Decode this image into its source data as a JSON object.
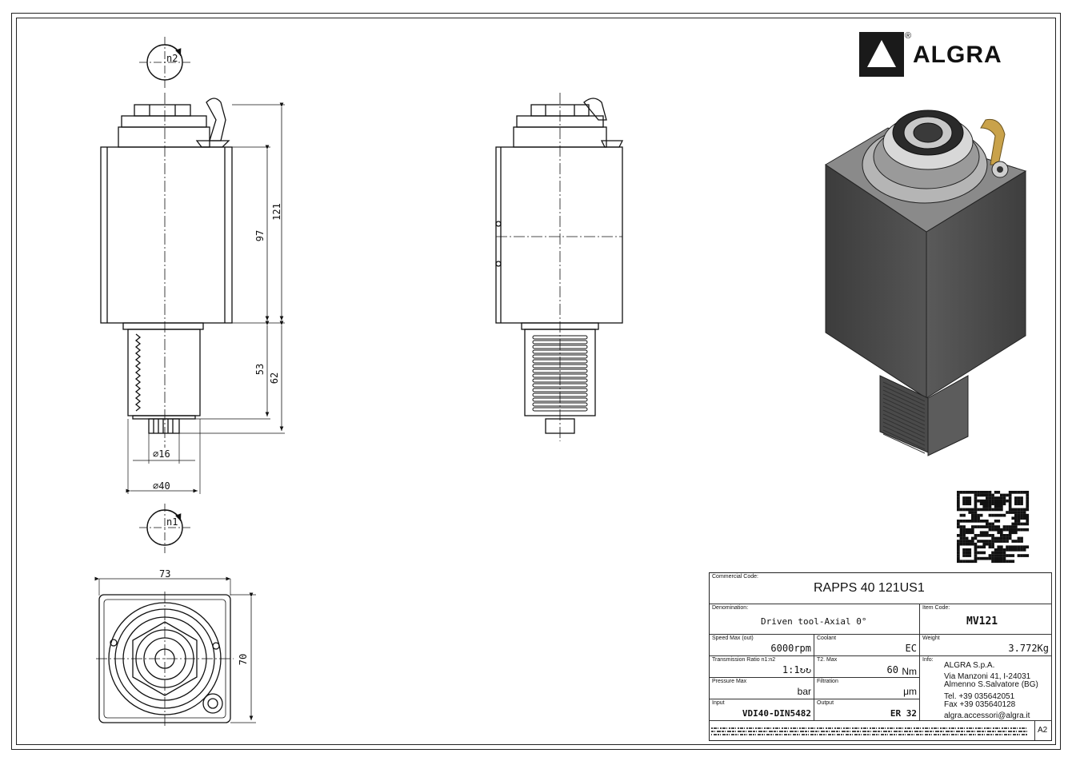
{
  "brand": {
    "name": "ALGRA",
    "registered": "®"
  },
  "dimensions": {
    "d121": "121",
    "d97": "97",
    "d53": "53",
    "d62": "62",
    "dia16": "∅16",
    "dia40": "∅40",
    "w73": "73",
    "h70": "70",
    "n2": "n2",
    "n1": "n1"
  },
  "title_block": {
    "commercial_code_label": "Commercial Code:",
    "commercial_code": "RAPPS 40 121US1",
    "denomination_label": "Denomination:",
    "denomination": "Driven tool-Axial 0°",
    "item_code_label": "Item Code:",
    "item_code": "MV121",
    "speed_label": "Speed Max (out)",
    "speed_value": "6000rpm",
    "coolant_label": "Coolant",
    "coolant_value": "EC",
    "weight_label": "Weight",
    "weight_value": "3.772Kg",
    "ratio_label": "Transmission Ratio n1:n2",
    "ratio_value": "1:1↻↻",
    "torque_label": "T2. Max",
    "torque_value": "60",
    "torque_unit": "Nm",
    "info_label": "Info:",
    "pressure_label": "Pressure Max",
    "pressure_value": "bar",
    "filtration_label": "Filtration",
    "filtration_value": "μm",
    "input_label": "Input",
    "input_value": "VDI40-DIN5482",
    "output_label": "Output",
    "output_value": "ER 32",
    "sheet_size": "A2"
  },
  "company": {
    "name": "ALGRA S.p.A.",
    "address1": "Via Manzoni 41, I-24031",
    "address2": "Almenno S.Salvatore (BG)",
    "tel": "Tel. +39 035642051",
    "fax": "Fax +39 035640128",
    "email": "algra.accessori@algra.it"
  }
}
